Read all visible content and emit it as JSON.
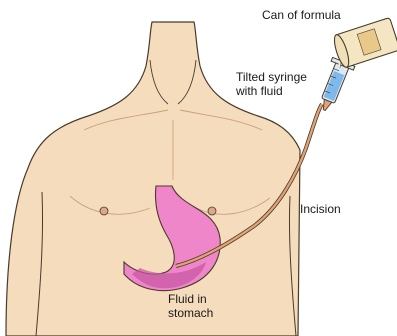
{
  "labels": {
    "can": "Can of formula",
    "syringe_line1": "Tilted syringe",
    "syringe_line2": "with fluid",
    "incision": "Incision",
    "fluid_line1": "Fluid in",
    "fluid_line2": "stomach"
  },
  "colors": {
    "skin": "#f5dcbc",
    "skin_shadow": "#e9c59c",
    "outline": "#4a3a2a",
    "stomach": "#ee86c9",
    "stomach_dark": "#c455a0",
    "tube": "#e3a276",
    "can_body": "#f4e6c2",
    "can_label": "#e8c98a",
    "syringe_fluid": "#7fb8ea",
    "syringe_body": "#d9e9f7"
  }
}
